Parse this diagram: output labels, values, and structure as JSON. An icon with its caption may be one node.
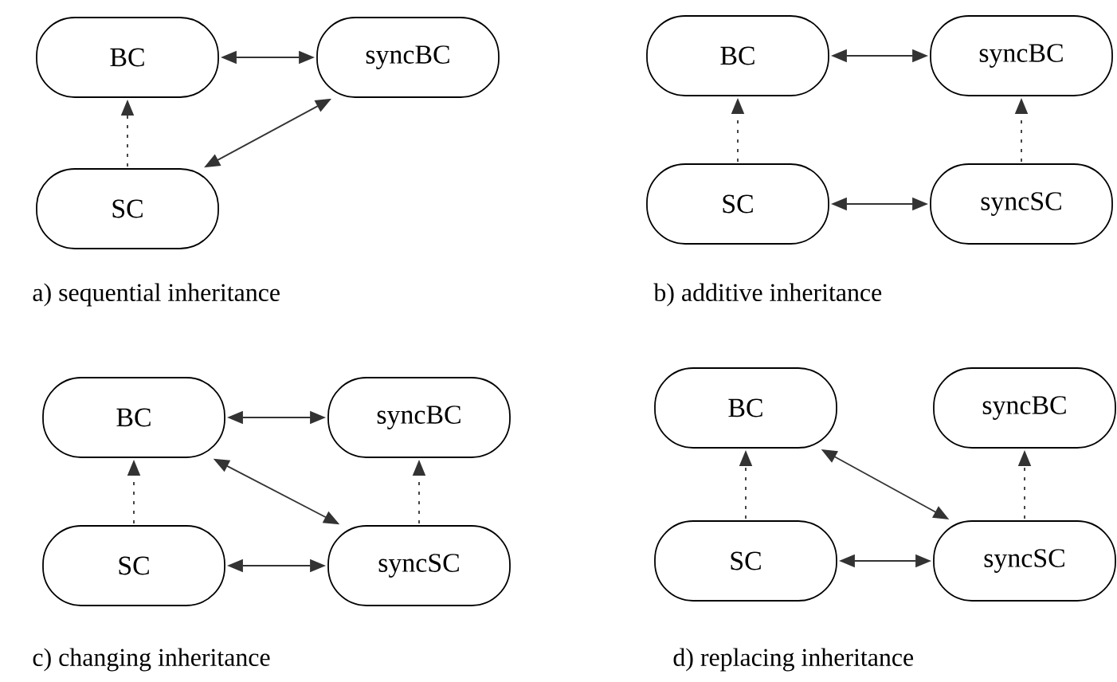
{
  "diagram": {
    "nodes": [
      {
        "text": [
          "BC"
        ]
      },
      {
        "text": [
          "syncBC"
        ]
      },
      {
        "text": [
          "SC"
        ]
      },
      {
        "text": [
          "BC"
        ]
      },
      {
        "text": [
          "syncBC"
        ]
      },
      {
        "text": [
          "SC"
        ]
      },
      {
        "text": [
          "syncSC"
        ]
      },
      {
        "text": [
          "BC"
        ]
      },
      {
        "text": [
          "syncBC"
        ]
      },
      {
        "text": [
          "SC"
        ]
      },
      {
        "text": [
          "syncSC"
        ]
      },
      {
        "text": [
          "BC"
        ]
      },
      {
        "text": [
          "syncBC"
        ]
      },
      {
        "text": [
          "SC"
        ]
      },
      {
        "text": [
          "syncSC"
        ]
      }
    ],
    "edges": [
      {
        "from": 0,
        "to": 1,
        "arrow": "both"
      },
      {
        "from": 2,
        "to": 0,
        "arrow": "to",
        "style": "dashed"
      },
      {
        "from": 1,
        "to": 2,
        "arrow": "both"
      },
      {
        "from": 3,
        "to": 4,
        "arrow": "both"
      },
      {
        "from": 5,
        "to": 3,
        "arrow": "to",
        "style": "dashed"
      },
      {
        "from": 6,
        "to": 4,
        "arrow": "to",
        "style": "dashed"
      },
      {
        "from": 5,
        "to": 6,
        "arrow": "both"
      },
      {
        "from": 7,
        "to": 8,
        "arrow": "both"
      },
      {
        "from": 7,
        "to": 10,
        "arrow": "both"
      },
      {
        "from": 9,
        "to": 7,
        "arrow": "to",
        "style": "dashed"
      },
      {
        "from": 10,
        "to": 8,
        "arrow": "to",
        "style": "dashed"
      },
      {
        "from": 9,
        "to": 10,
        "arrow": "both"
      },
      {
        "from": 11,
        "to": 14,
        "arrow": "both"
      },
      {
        "from": 13,
        "to": 11,
        "arrow": "to",
        "style": "dashed"
      },
      {
        "from": 14,
        "to": 12,
        "arrow": "to",
        "style": "dashed"
      },
      {
        "from": 13,
        "to": 14,
        "arrow": "both"
      }
    ],
    "labels": [
      "a) sequential inheritance",
      "b) additive inheritance",
      "c) changing inheritance",
      "d) replacing inheritance"
    ]
  }
}
